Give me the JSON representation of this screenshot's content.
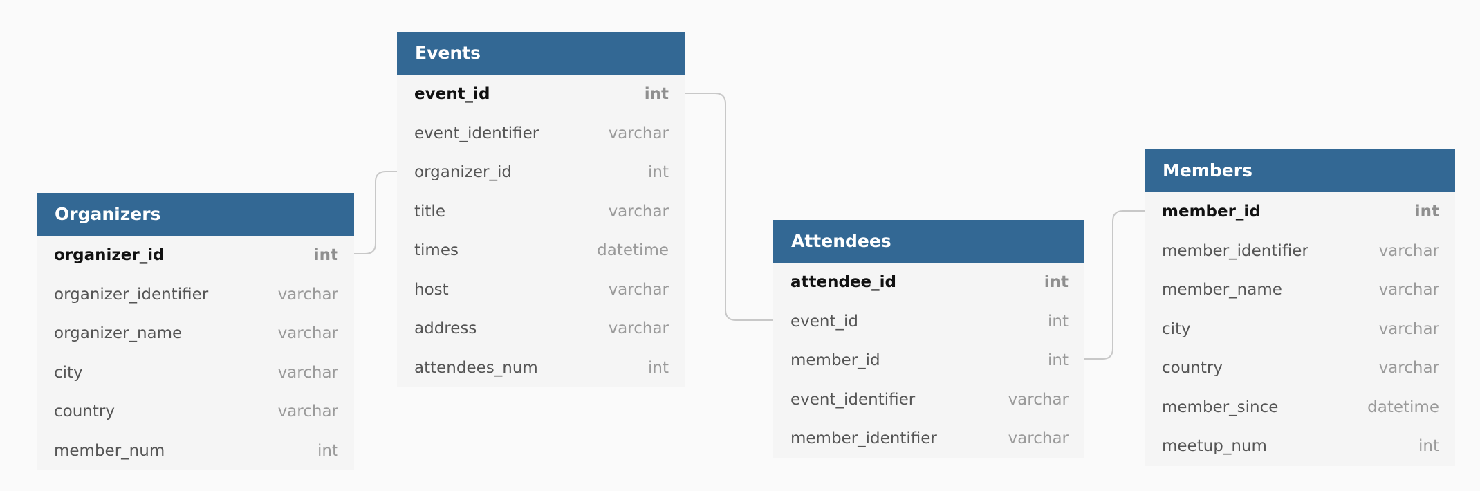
{
  "tables": [
    {
      "name": "Events",
      "columns": [
        {
          "name": "event_id",
          "type": "int",
          "pk": true
        },
        {
          "name": "event_identifier",
          "type": "varchar"
        },
        {
          "name": "organizer_id",
          "type": "int"
        },
        {
          "name": "title",
          "type": "varchar"
        },
        {
          "name": "times",
          "type": "datetime"
        },
        {
          "name": "host",
          "type": "varchar"
        },
        {
          "name": "address",
          "type": "varchar"
        },
        {
          "name": "attendees_num",
          "type": "int"
        }
      ]
    },
    {
      "name": "Organizers",
      "columns": [
        {
          "name": "organizer_id",
          "type": "int",
          "pk": true
        },
        {
          "name": "organizer_identifier",
          "type": "varchar"
        },
        {
          "name": "organizer_name",
          "type": "varchar"
        },
        {
          "name": "city",
          "type": "varchar"
        },
        {
          "name": "country",
          "type": "varchar"
        },
        {
          "name": "member_num",
          "type": "int"
        }
      ]
    },
    {
      "name": "Attendees",
      "columns": [
        {
          "name": "attendee_id",
          "type": "int",
          "pk": true
        },
        {
          "name": "event_id",
          "type": "int"
        },
        {
          "name": "member_id",
          "type": "int"
        },
        {
          "name": "event_identifier",
          "type": "varchar"
        },
        {
          "name": "member_identifier",
          "type": "varchar"
        }
      ]
    },
    {
      "name": "Members",
      "columns": [
        {
          "name": "member_id",
          "type": "int",
          "pk": true
        },
        {
          "name": "member_identifier",
          "type": "varchar"
        },
        {
          "name": "member_name",
          "type": "varchar"
        },
        {
          "name": "city",
          "type": "varchar"
        },
        {
          "name": "country",
          "type": "varchar"
        },
        {
          "name": "member_since",
          "type": "datetime"
        },
        {
          "name": "meetup_num",
          "type": "int"
        }
      ]
    }
  ],
  "relationships": [
    {
      "from": "Organizers.organizer_id",
      "to": "Events.organizer_id"
    },
    {
      "from": "Events.event_id",
      "to": "Attendees.event_id"
    },
    {
      "from": "Attendees.member_id",
      "to": "Members.member_id"
    }
  ],
  "colors": {
    "header_bg": "#336894",
    "header_text": "#ffffff",
    "table_bg": "#f5f5f5",
    "canvas_bg": "#fafafa",
    "connector": "#c8c8c8"
  }
}
